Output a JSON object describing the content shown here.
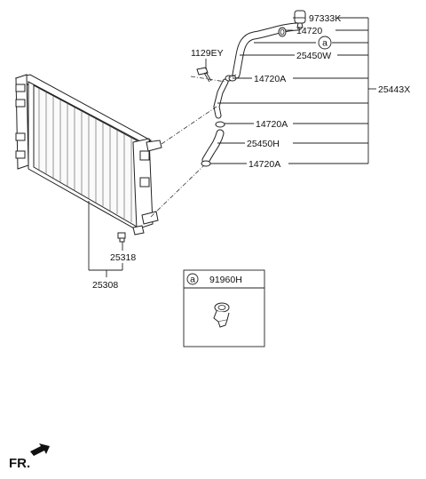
{
  "diagram": {
    "labels": {
      "p97333k": "97333K",
      "p14720": "14720",
      "callout_a": "a",
      "p25450w": "25450W",
      "p1129ey": "1129EY",
      "p14720a_1": "14720A",
      "p25443x": "25443X",
      "p14720a_2": "14720A",
      "p25450h": "25450H",
      "p14720a_3": "14720A",
      "p25318": "25318",
      "p25308": "25308"
    },
    "inset": {
      "callout": "a",
      "part_number": "91960H"
    },
    "fr_label": "FR."
  }
}
